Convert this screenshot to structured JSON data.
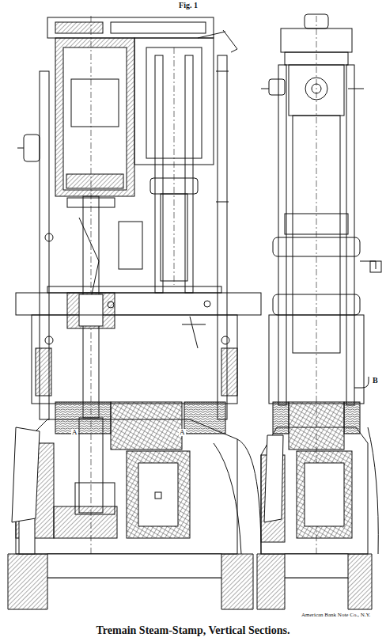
{
  "diagram": {
    "title": "Fig. 1",
    "caption": "Tremain Steam-Stamp, Vertical Sections.",
    "labels": [
      "A",
      "A",
      "B",
      "American Bank Note Co., N.Y."
    ]
  }
}
